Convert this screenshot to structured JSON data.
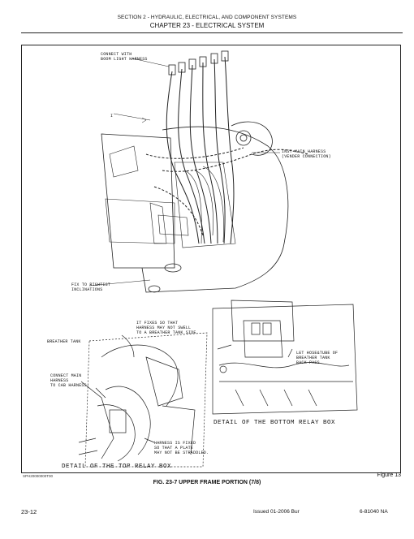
{
  "header": {
    "section": "SECTION 2 - HYDRAULIC, ELECTRICAL, AND COMPONENT SYSTEMS",
    "chapter": "CHAPTER 23 - ELECTRICAL SYSTEM"
  },
  "callouts": {
    "connect_boom": "CONNECT WITH\nBOOM LIGHT HARNESS",
    "inst_main": "INST-MAIN HARNESS\n(VENDER CONNECTION)",
    "fix_rightist": "FIX TO RIGHTIST\nINCLINATIONS",
    "fixes_so": "IT FIXES SO THAT\nHARNESS MAY NOT SWELL\nTO A BREATHER TANK SIDE.",
    "breather_tank": "BREATHER TANK",
    "let_hose": "LET HOSE&TUBE OF\nBREATHER TANK\nBACK PASS.",
    "connect_main": "CONNECT MAIN\nHARNESS\nTO CAB HARNESS.",
    "harness_fixed": "HARNESS IS FIXED\nSO THAT A PLATE\nMAY NOT BE STRADDLED.",
    "arrow_label": "I"
  },
  "details": {
    "bottom_relay": "DETAIL OF THE BOTTOM RELAY BOX",
    "top_relay": "DETAIL OF THE TOP RELAY BOX"
  },
  "figure": {
    "file_code": "SPH20000000T00",
    "number": "Figure 13",
    "caption": "FIG. 23-7 UPPER FRAME PORTION (7/8)"
  },
  "footer": {
    "page": "23-12",
    "issued": "Issued 01-2006   Bur",
    "doc": "6-81040 NA"
  }
}
